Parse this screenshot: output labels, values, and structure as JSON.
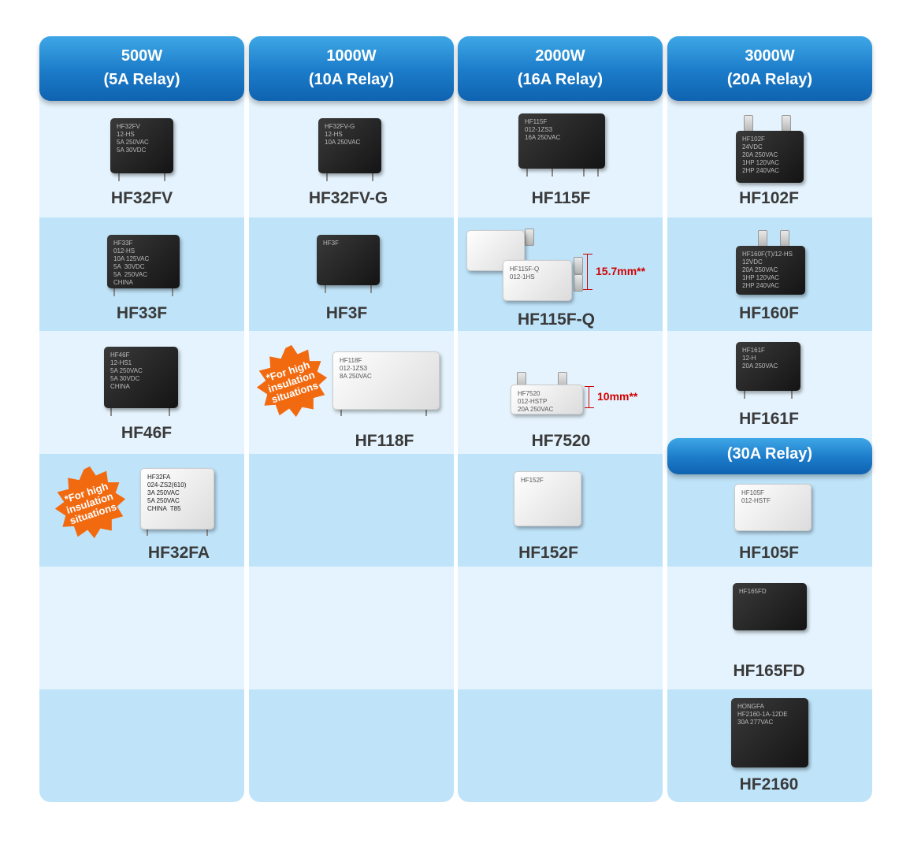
{
  "headers": [
    {
      "line1": "500W",
      "line2": "(5A Relay)"
    },
    {
      "line1": "1000W",
      "line2": "(10A Relay)"
    },
    {
      "line1": "2000W",
      "line2": "(16A Relay)"
    },
    {
      "line1": "3000W",
      "line2": "(20A Relay)"
    }
  ],
  "subheader": "(30A Relay)",
  "col1": {
    "r1": {
      "name": "HF32FV",
      "print": "HF32FV\n12-HS\n5A 250VAC\n5A 30VDC"
    },
    "r2": {
      "name": "HF33F",
      "print": "HF33F\n012-HS\n10A 125VAC\n5A  30VDC\n5A  250VAC\nCHINA"
    },
    "r3": {
      "name": "HF46F",
      "print": "HF46F\n12-HS1\n5A 250VAC\n5A 30VDC\nCHINA"
    },
    "r4": {
      "name": "HF32FA",
      "print": "HF32FA\n024-ZS2(610)\n3A 250VAC\n5A 250VAC\nCHINA  T85"
    }
  },
  "col2": {
    "r1": {
      "name": "HF32FV-G",
      "print": "HF32FV-G\n12-HS\n10A 250VAC"
    },
    "r2": {
      "name": "HF3F",
      "print": "HF3F"
    },
    "r3": {
      "name": "HF118F",
      "print": "HF118F\n012-1ZS3\n8A 250VAC"
    }
  },
  "col3": {
    "r1": {
      "name": "HF115F",
      "print": "HF115F\n012-1ZS3\n16A 250VAC"
    },
    "r2": {
      "name": "HF115F-Q",
      "print": "HF115F-Q\n012-1HS"
    },
    "r3": {
      "name": "HF7520",
      "print": "HF7520\n012-HSTP\n20A 250VAC"
    },
    "r4": {
      "name": "HF152F",
      "print": "HF152F"
    }
  },
  "col4": {
    "r1": {
      "name": "HF102F",
      "print": "HF102F\n24VDC\n20A 250VAC\n1HP 120VAC\n2HP 240VAC"
    },
    "r2": {
      "name": "HF160F",
      "print": "HF160F(T)/12-HS\n12VDC\n20A 250VAC\n1HP 120VAC\n2HP 240VAC"
    },
    "r3": {
      "name": "HF161F",
      "print": "HF161F\n12-H\n20A 250VAC"
    },
    "r4": {
      "name": "HF105F",
      "print": "HF105F\n012-HSTF"
    },
    "r5": {
      "name": "HF165FD",
      "print": "HF165FD"
    },
    "r6": {
      "name": "HF2160",
      "print": "HONGFA\nHF2160-1A-12DE\n30A 277VAC"
    }
  },
  "badge_text": "*For high\ninsulation\nsituations",
  "dimension1": "15.7mm**",
  "dimension2": "10mm**",
  "colors": {
    "header_top": "#3ea7e6",
    "header_bottom": "#0f63b0",
    "band_light": "#e4f3fd",
    "band_dark": "#bfe3f8",
    "badge": "#f26a10",
    "dimension": "#d00000"
  }
}
